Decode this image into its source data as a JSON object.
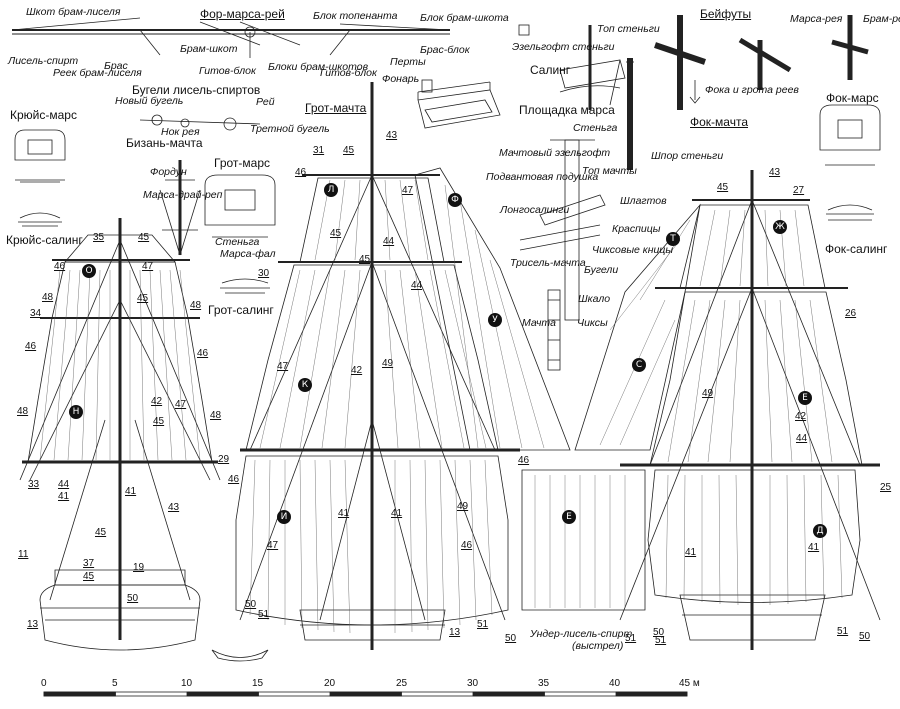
{
  "labels": {
    "shkot_bram_lisel": "Шкот брам-лиселя",
    "for_mars_rey": "Фор-марса-рей",
    "blok_topenanta": "Блок топенанта",
    "blok_bram_shkota": "Блок брам-шкота",
    "lisel_spirt": "Лисель-спирт",
    "reek_bram_liselya": "Реек брам-лиселя",
    "bras": "Брас",
    "bram_shkot": "Брам-шкот",
    "gitov_blok_a": "Гитов-блок",
    "bloki_bram_shkotov": "Блоки брам-шкотов",
    "gitov_blok_b": "Гитов-блок",
    "perty": "Перты",
    "bras_blok": "Брас-блок",
    "ezelgoft_stengi": "Эзельгофт стеньги",
    "saling": "Салинг",
    "top_stengi": "Топ стеньги",
    "beyfuty": "Бейфуты",
    "marsa_reya": "Марса-рея",
    "bram_reya": "Брам-рея",
    "foka_grota_reev": "Фока и грота реев",
    "fonar": "Фонарь",
    "bugeli_lisel_spirtov": "Бугели лисель-спиртов",
    "rey": "Рей",
    "noviy_bugel": "Новый бугель",
    "nok_reya": "Нок рея",
    "tretnoy_bugel": "Третной бугель",
    "krujs_mars": "Крюйс-марс",
    "bizan_machta": "Бизань-мачта",
    "grot_machta": "Грот-мачта",
    "ploshchadka_marsa": "Площадка марса",
    "stenga": "Стеньга",
    "fok_machta": "Фок-мачта",
    "fok_mars": "Фок-марс",
    "machtovyy_ezelgoft": "Мачтовый эзельгофт",
    "podvantovaya_podushka": "Подвантовая подушка",
    "top_machty": "Топ мачты",
    "shpor_stengi": "Шпор стеньги",
    "fordun": "Фордун",
    "marsa_dray_rep": "Марса-драй-реп",
    "grot_mars": "Грот-марс",
    "longosalingi": "Лонгосалинги",
    "shlagtov": "Шлагтов",
    "krujs_saling": "Крюйс-салинг",
    "stenga_2": "Стеньга",
    "marsa_fal": "Марса-фал",
    "krasitsy": "Краспицы",
    "chiksovye_knitsy": "Чиксовые кницы",
    "fok_saling": "Фок-салинг",
    "grot_saling": "Грот-салинг",
    "trisel_machta": "Трисель-мачта",
    "bugeli": "Бугели",
    "shkalo": "Шкало",
    "machta": "Мачта",
    "chiksy": "Чиксы",
    "under_lisel_spirt": "Ундер-лисель-спирт",
    "vystrel": "(выстрел)"
  },
  "sail_letters": [
    "Л",
    "Ф",
    "К",
    "У",
    "И",
    "Е",
    "О",
    "Н",
    "Т",
    "Ж",
    "С",
    "Е",
    "Д"
  ],
  "numbers": [
    "31",
    "45",
    "43",
    "46",
    "47",
    "45",
    "44",
    "45",
    "47",
    "44",
    "42",
    "49",
    "35",
    "45",
    "46",
    "47",
    "48",
    "34",
    "48",
    "46",
    "46",
    "45",
    "48",
    "42",
    "47",
    "45",
    "48",
    "30",
    "29",
    "46",
    "33",
    "44",
    "41",
    "41",
    "43",
    "46",
    "49",
    "41",
    "41",
    "47",
    "45",
    "46",
    "11",
    "37",
    "19",
    "45",
    "50",
    "13",
    "50",
    "51",
    "51",
    "13",
    "51",
    "50",
    "43",
    "27",
    "45",
    "26",
    "49",
    "42",
    "44",
    "25",
    "41",
    "41",
    "50",
    "51",
    "51",
    "50"
  ],
  "scale": {
    "ticks": [
      "0",
      "5",
      "10",
      "15",
      "20",
      "25",
      "30",
      "35",
      "40",
      "45 м"
    ]
  }
}
